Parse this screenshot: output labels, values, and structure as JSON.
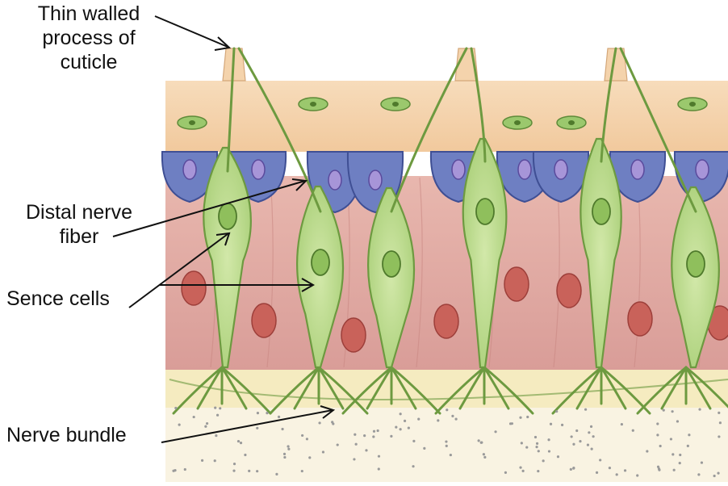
{
  "labels": {
    "cuticle_process": [
      "Thin walled",
      "process of",
      "cuticle"
    ],
    "distal_nerve_fiber": [
      "Distal nerve",
      "fiber"
    ],
    "sense_cells": "Sence cells",
    "nerve_bundle": "Nerve bundle"
  },
  "colors": {
    "cuticle": "#f4d3ac",
    "cuticle_nucleus": "#9bc86d",
    "blue_cell": "#6e7fc2",
    "pink_cell": "#dfaaa4",
    "sense_cell": "#b9d98e",
    "sense_outline": "#6d9a40",
    "basal_layer": "#f5eab8",
    "connective": "#f8f1dc"
  }
}
